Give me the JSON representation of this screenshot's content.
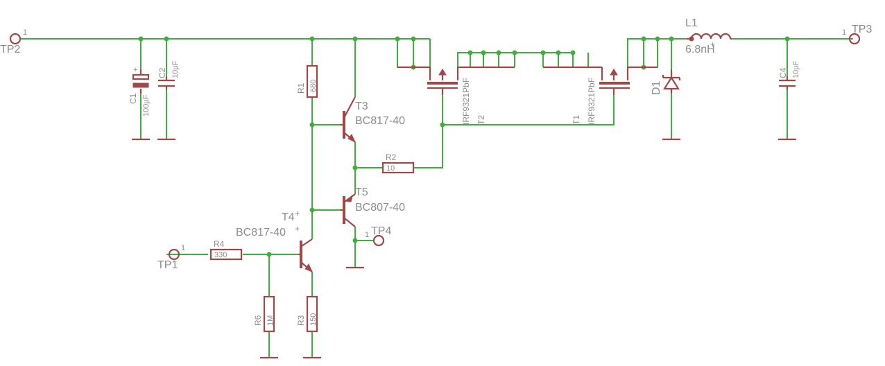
{
  "components": {
    "tp1": {
      "ref": "TP1",
      "pin": "1"
    },
    "tp2": {
      "ref": "TP2",
      "pin": "1"
    },
    "tp3": {
      "ref": "TP3",
      "pin": "1"
    },
    "tp4": {
      "ref": "TP4",
      "pin": "1"
    },
    "c1": {
      "ref": "C1",
      "value": "100µF"
    },
    "c2": {
      "ref": "C2",
      "value": "10µF"
    },
    "c4": {
      "ref": "C4",
      "value": "10µF"
    },
    "r1": {
      "ref": "R1",
      "value": "680"
    },
    "r2": {
      "ref": "R2",
      "value": "10"
    },
    "r3": {
      "ref": "R3",
      "value": "150"
    },
    "r4": {
      "ref": "R4",
      "value": "330"
    },
    "r6": {
      "ref": "R6",
      "value": "1M"
    },
    "t1": {
      "ref": "T1",
      "value": "IRF9321PbF"
    },
    "t2": {
      "ref": "T2",
      "value": "IRF9321PbF"
    },
    "t3": {
      "ref": "T3",
      "value": "BC817-40"
    },
    "t4": {
      "ref": "T4",
      "value": "BC817-40"
    },
    "t5": {
      "ref": "T5",
      "value": "BC807-40"
    },
    "l1": {
      "ref": "L1",
      "value": "6.8nH"
    },
    "d1": {
      "ref": "D1"
    }
  }
}
